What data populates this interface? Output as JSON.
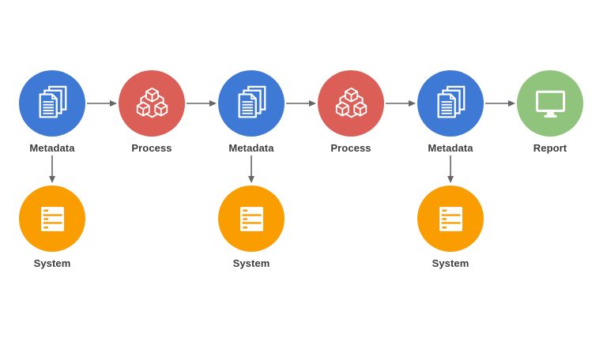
{
  "diagram": {
    "nodes": [
      {
        "id": "metadata-1",
        "label": "Metadata",
        "icon": "documents-icon",
        "color": "#3E79D6"
      },
      {
        "id": "process-1",
        "label": "Process",
        "icon": "cubes-icon",
        "color": "#DC5F57"
      },
      {
        "id": "metadata-2",
        "label": "Metadata",
        "icon": "documents-icon",
        "color": "#3E79D6"
      },
      {
        "id": "process-2",
        "label": "Process",
        "icon": "cubes-icon",
        "color": "#DC5F57"
      },
      {
        "id": "metadata-3",
        "label": "Metadata",
        "icon": "documents-icon",
        "color": "#3E79D6"
      },
      {
        "id": "report",
        "label": "Report",
        "icon": "monitor-icon",
        "color": "#90C47C"
      },
      {
        "id": "system-1",
        "label": "System",
        "icon": "server-icon",
        "color": "#F99D00"
      },
      {
        "id": "system-2",
        "label": "System",
        "icon": "server-icon",
        "color": "#F99D00"
      },
      {
        "id": "system-3",
        "label": "System",
        "icon": "server-icon",
        "color": "#F99D00"
      }
    ],
    "edges": [
      {
        "from": "metadata-1",
        "to": "process-1"
      },
      {
        "from": "process-1",
        "to": "metadata-2"
      },
      {
        "from": "metadata-2",
        "to": "process-2"
      },
      {
        "from": "process-2",
        "to": "metadata-3"
      },
      {
        "from": "metadata-3",
        "to": "report"
      },
      {
        "from": "metadata-1",
        "to": "system-1"
      },
      {
        "from": "metadata-2",
        "to": "system-2"
      },
      {
        "from": "metadata-3",
        "to": "system-3"
      }
    ],
    "palette": {
      "metadata": "#3E79D6",
      "process": "#DC5F57",
      "system": "#F99D00",
      "report": "#90C47C",
      "arrow": "#666666",
      "label_text": "#3B3B3B",
      "background": "#FFFFFF"
    }
  }
}
